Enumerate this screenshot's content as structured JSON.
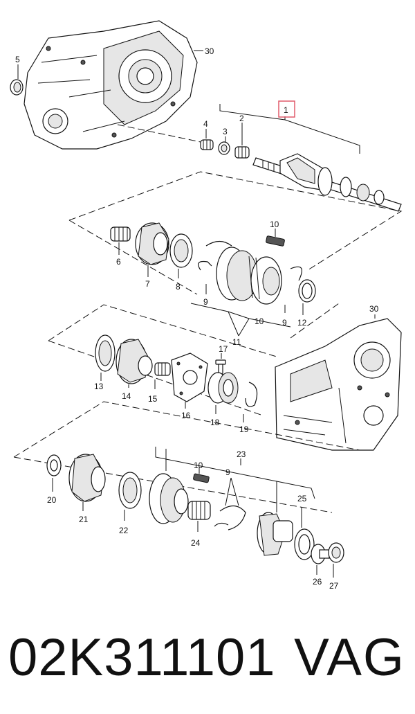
{
  "diagram": {
    "labels": {
      "l1": "1",
      "l2": "2",
      "l3": "3",
      "l4": "4",
      "l5": "5",
      "l6": "6",
      "l7": "7",
      "l8": "8",
      "l9a": "9",
      "l9b": "9",
      "l9c": "9",
      "l10a": "10",
      "l10b": "10",
      "l10c": "10",
      "l11": "11",
      "l12": "12",
      "l13": "13",
      "l14": "14",
      "l15": "15",
      "l16": "16",
      "l17": "17",
      "l18": "18",
      "l19": "19",
      "l20": "20",
      "l21": "21",
      "l22": "22",
      "l23": "23",
      "l24": "24",
      "l25": "25",
      "l26": "26",
      "l27": "27",
      "l30a": "30",
      "l30b": "30"
    },
    "highlight_color": "#e05a6a"
  },
  "footer": {
    "part_number": "02K311101",
    "brand": "VAG"
  }
}
